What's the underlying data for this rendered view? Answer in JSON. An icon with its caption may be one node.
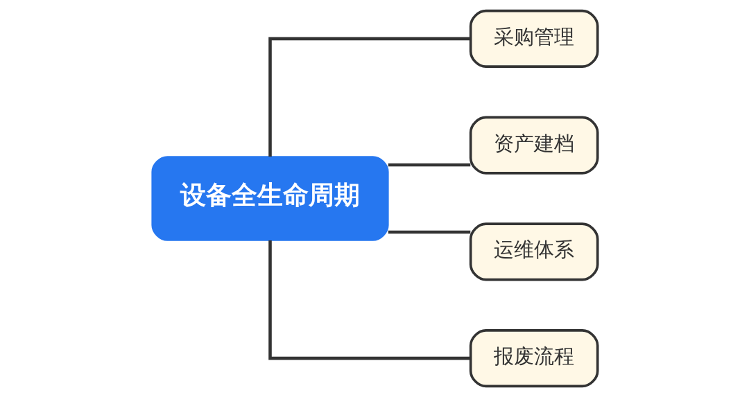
{
  "diagram": {
    "nodes": [
      {
        "text": [
          "设备全生命周期"
        ]
      },
      {
        "text": [
          "采购管理"
        ]
      },
      {
        "text": [
          "资产建档"
        ]
      },
      {
        "text": [
          "运维体系"
        ]
      },
      {
        "text": [
          "报废流程"
        ]
      }
    ],
    "edges": [
      {
        "from": 0,
        "to": 1,
        "arrow": "none"
      },
      {
        "from": 0,
        "to": 2,
        "arrow": "none"
      },
      {
        "from": 0,
        "to": 3,
        "arrow": "none"
      },
      {
        "from": 0,
        "to": 4,
        "arrow": "none"
      }
    ]
  }
}
